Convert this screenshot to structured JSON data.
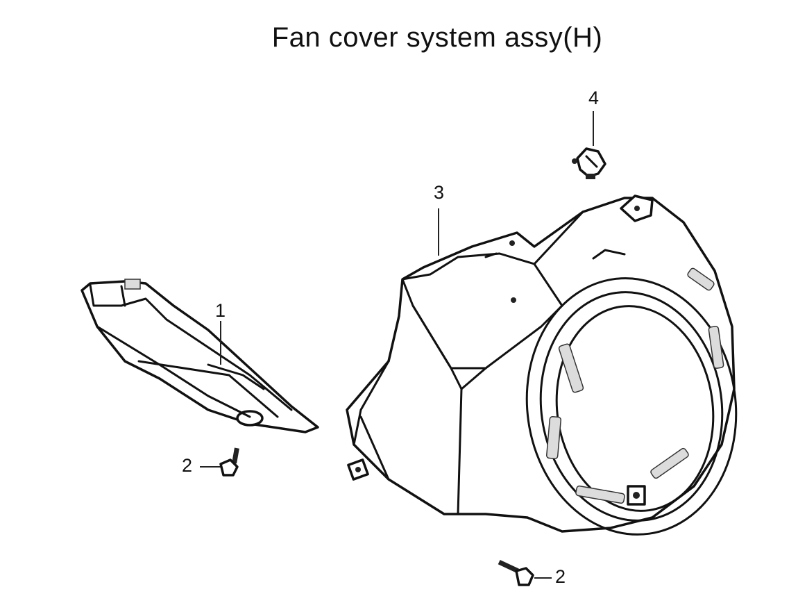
{
  "diagram": {
    "title": "Fan cover system assy(H)",
    "callouts": [
      {
        "id": "1",
        "label": "1"
      },
      {
        "id": "2a",
        "label": "2"
      },
      {
        "id": "2b",
        "label": "2"
      },
      {
        "id": "3",
        "label": "3"
      },
      {
        "id": "4",
        "label": "4"
      }
    ]
  }
}
